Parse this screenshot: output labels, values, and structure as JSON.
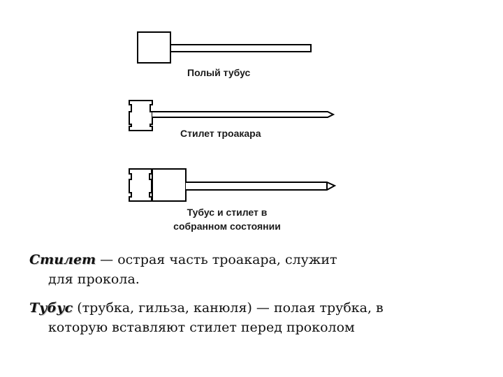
{
  "diagram": {
    "labels": {
      "hollow_tube": "Полый тубус",
      "trocar_stylet": "Стилет троакара",
      "assembled_line1": "Тубус и стилет в",
      "assembled_line2": "собранном состоянии"
    },
    "stroke_color": "#000000"
  },
  "text": {
    "def1": {
      "term": "Стилет",
      "line1_rest": " — острая часть троакара, служит",
      "line2": "для прокола."
    },
    "def2": {
      "term": "Тубус",
      "line1_rest": " (трубка, гильза, канюля) — полая трубка, в",
      "line2": "которую вставляют стилет перед проколом"
    }
  }
}
